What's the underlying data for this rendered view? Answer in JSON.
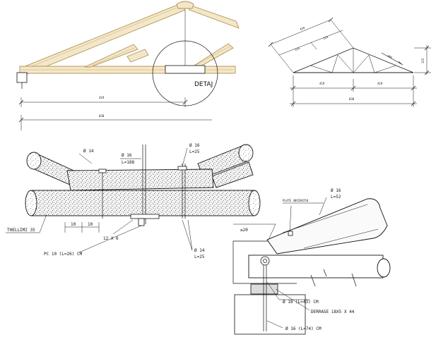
{
  "top_left": {
    "dim_upper": "419",
    "dim_lower": "838",
    "detail_label": "DETAJ"
  },
  "top_right": {
    "dim_top": "439",
    "dim_left_1": "225",
    "dim_left_2": "225",
    "slope_label": "40%",
    "height_label": "115",
    "dim_half_left": "419",
    "dim_half_right": "419",
    "dim_total": "838"
  },
  "middle_left": {
    "label_d14_top": "Ø 14",
    "label_d16_center": "Ø 16",
    "label_l188": "L=188",
    "label_d16_right": "Ø 16",
    "label_l25_right": "L=25",
    "label_thellimi": "THELLIMI 35",
    "label_10a": "10",
    "label_10b": "10",
    "label_12x6": "12 X 6",
    "label_pc": "PC 10 (L=26) CM",
    "label_d14_bottom": "Ø 14",
    "label_l25_bottom": "L=25"
  },
  "bottom_right": {
    "label_plate": "PLATE 40X20X250",
    "label_d16": "Ø 16",
    "label_l52": "L=52",
    "label_ge20": "≥20",
    "label_d18": "Ø 18 (L=43) CM",
    "label_derrase": "DERRASE 18X5 X 44",
    "label_d16_anchor": "Ø 16 (L=74) CM"
  },
  "colors": {
    "line": "#111111",
    "timber": "#b49150",
    "timber_fill": "#f3e7c9"
  }
}
